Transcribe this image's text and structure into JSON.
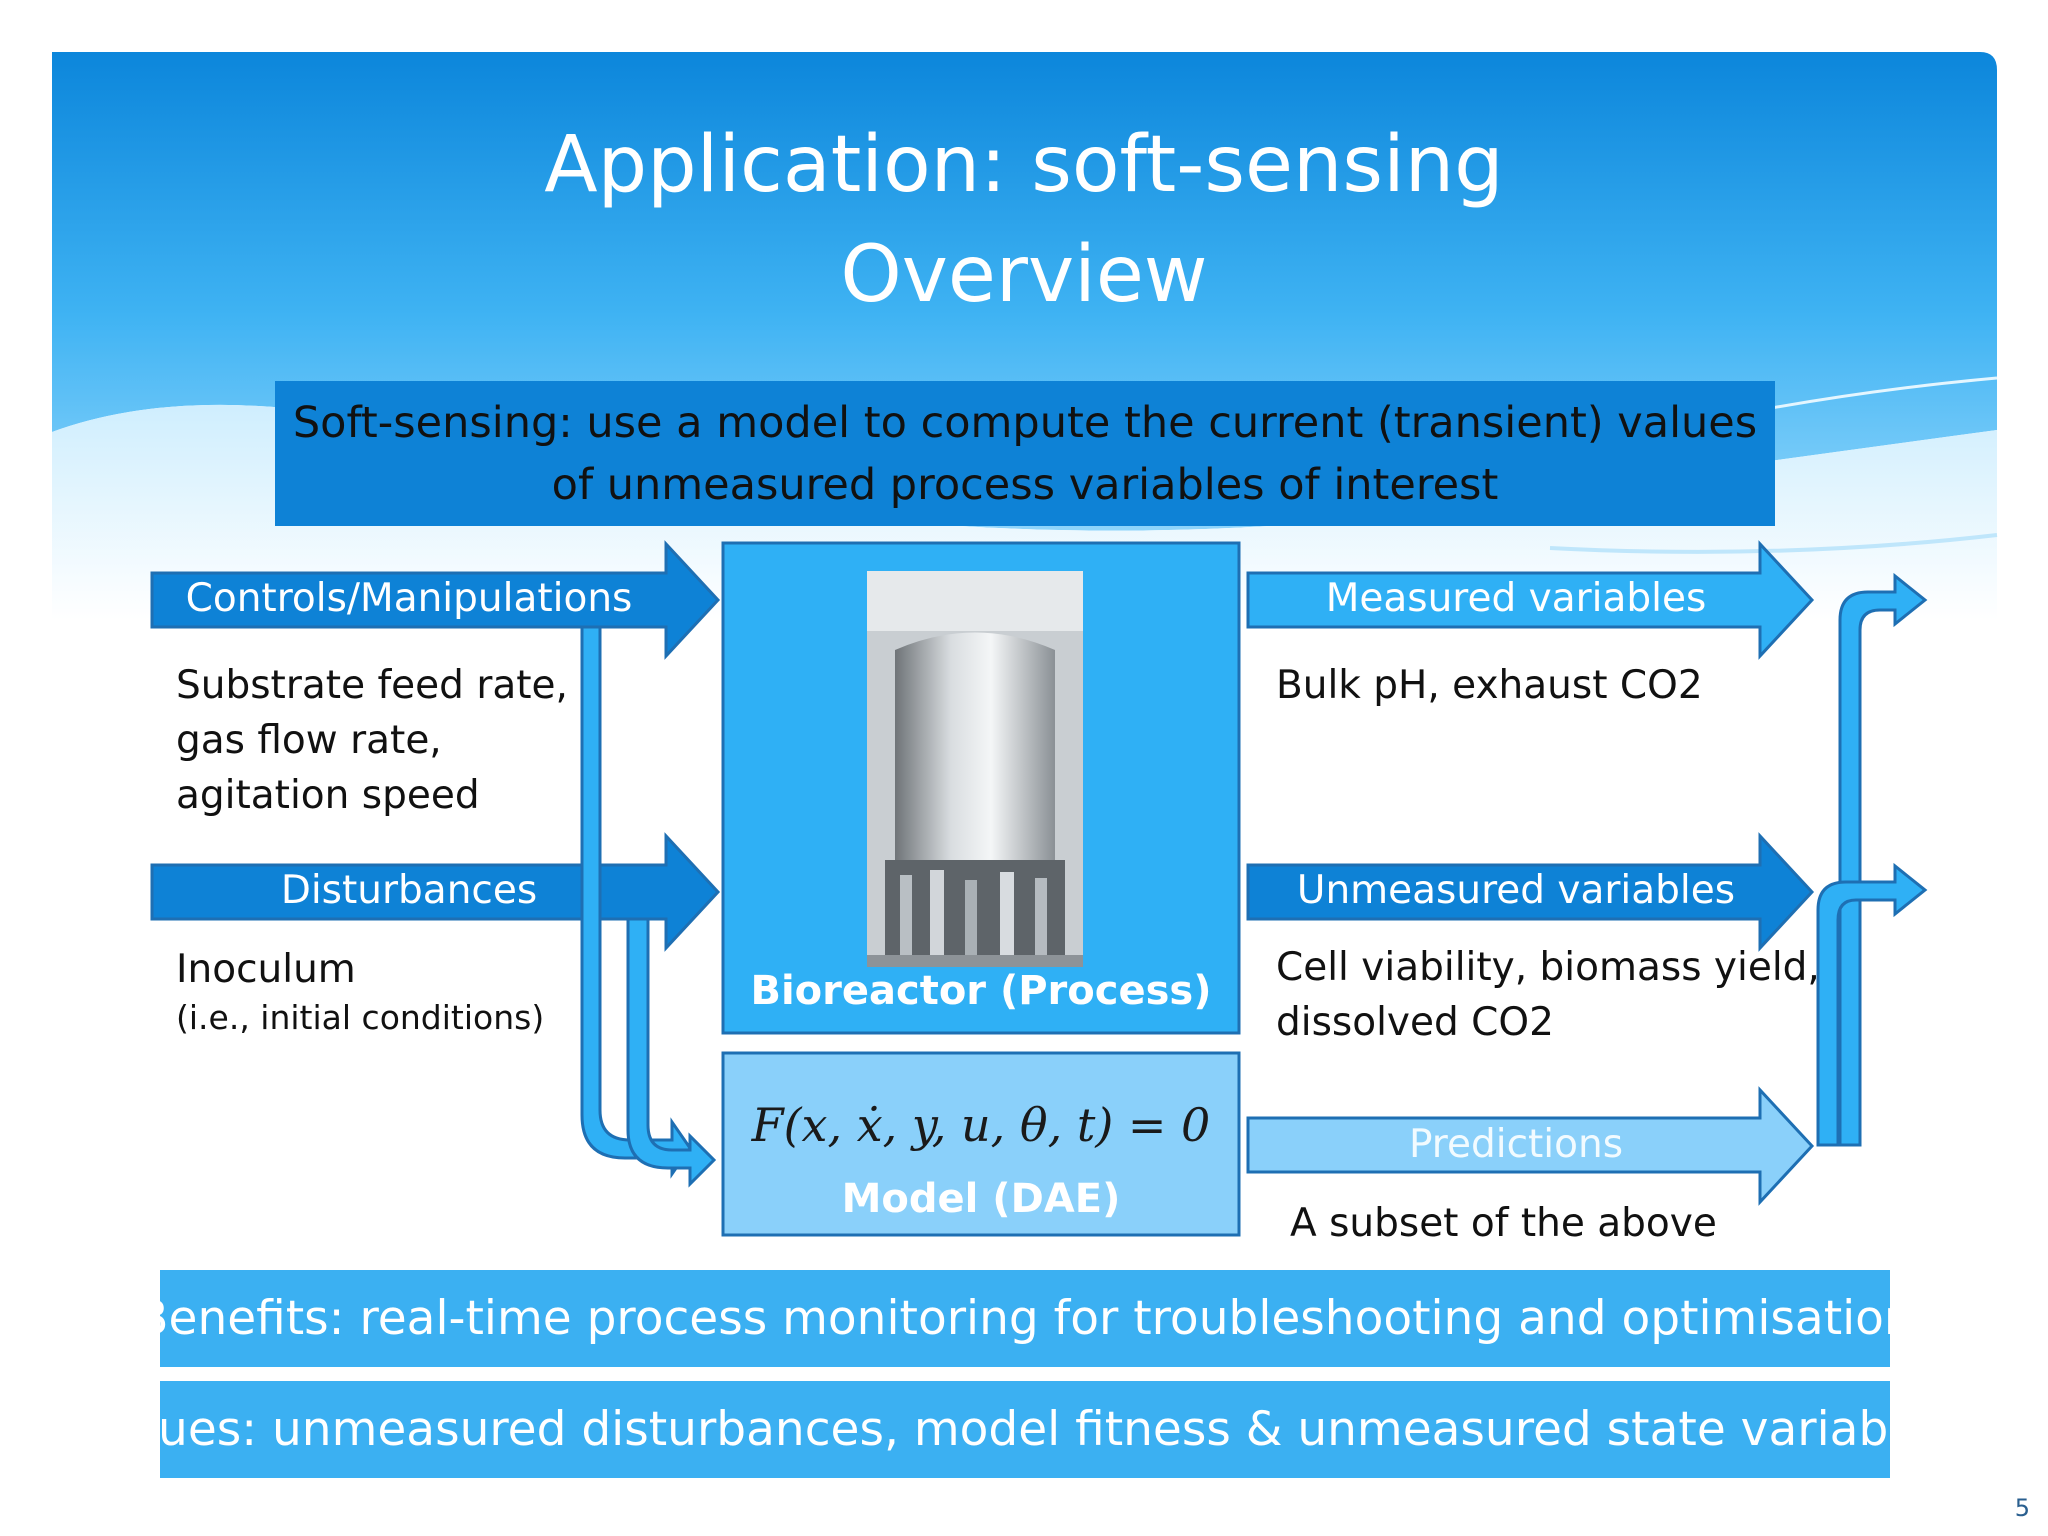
{
  "slide": {
    "title_line1": "Application: soft-sensing",
    "title_line2": "Overview",
    "definition_line1": "Soft-sensing: use a model to compute the current (transient) values",
    "definition_line2": "of unmeasured process variables of interest",
    "page_number": "5"
  },
  "inputs": {
    "controls_label": "Controls/Manipulations",
    "controls_items": [
      "Substrate feed rate,",
      "gas flow rate,",
      "agitation speed"
    ],
    "disturbances_label": "Disturbances",
    "disturbances_item": "Inoculum",
    "disturbances_note": "(i.e., initial conditions)"
  },
  "process": {
    "label": "Bioreactor (Process)",
    "image_icon": "bioreactor-photo"
  },
  "model": {
    "equation": "F(x, ẋ, y, u, θ, t) = 0",
    "label": "Model (DAE)"
  },
  "outputs": {
    "measured_label": "Measured variables",
    "measured_items": "Bulk pH, exhaust CO2",
    "unmeasured_label": "Unmeasured variables",
    "unmeasured_items": [
      "Cell viability, biomass yield,",
      "dissolved CO2"
    ],
    "predictions_label": "Predictions",
    "predictions_note": "A subset of the above"
  },
  "footer": {
    "benefits": "Benefits: real-time process monitoring for troubleshooting and optimisation",
    "issues": "Issues: unmeasured disturbances, model fitness & unmeasured state variables"
  },
  "colors": {
    "dark_blue": "#0e82d6",
    "mid_blue": "#2fb0f5",
    "light_blue": "#8ad0fa",
    "arrow_outline": "#1e6fb3"
  }
}
